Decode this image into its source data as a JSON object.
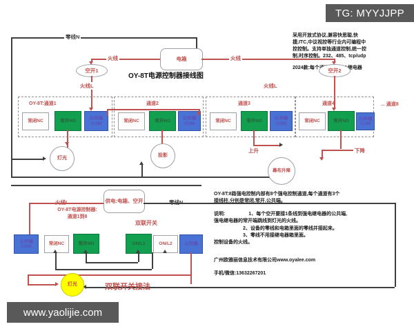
{
  "watermarks": {
    "top_right": "TG: MYYJJPP",
    "bottom_left": "www.yaolijie.com"
  },
  "diagram": {
    "title": "OY-8T电源控制器接线图",
    "top_note": {
      "line1": "采用开放式协议,兼容快思聪,快",
      "line2": "捷,ITC,中议视控等行业内可编程中",
      "line3": "控控制。支持单独通道控制,统一控",
      "line4": "制,时序控制。232、485、tcp/udp",
      "line5": "2024款:每个通道采用40A继电器"
    },
    "power_box": "电箱",
    "neutral_label": "零线N",
    "live_label_left": "火线",
    "live_label_right": "火线",
    "breaker1": "空开1",
    "breaker2": "空开2",
    "live_l_left": "火线L",
    "live_l_right": "火线L",
    "controller_label": "OY-8T:通道1",
    "channels": [
      {
        "name": "通道1",
        "nc": "常闭NC",
        "no": "常开NO",
        "com": "公共端COM"
      },
      {
        "name": "通道2",
        "nc": "常闭NC",
        "no": "常开NO",
        "com": "公共端COM"
      },
      {
        "name": "通道3",
        "nc": "常闭NC",
        "no": "常开NO",
        "com": "公共端COM"
      },
      {
        "name": "通道4",
        "nc": "常闭NC",
        "no": "常开NO",
        "com": "公共端COM"
      }
    ],
    "channel_more": "... 通道8",
    "devices": {
      "light": "灯光",
      "projector": "投影",
      "screen": "幕布升降",
      "screen_up": "上升",
      "screen_down": "下降"
    }
  },
  "bottom": {
    "supply_box": "供电:电箱、空开",
    "live_l": "火线L",
    "neutral_n": "零线N",
    "controller_caption_1": "OY-8T电源控制器:",
    "controller_caption_2": "通道1到8",
    "switch_caption": "双联开关",
    "section_title": "双联开关接法",
    "lamp": "灯光",
    "left_terms": {
      "com": "公共端COM",
      "nc": "常闭NC",
      "no": "常开NO"
    },
    "right_terms": {
      "on_l1": "ON/L1",
      "off_l2": "ON/L2",
      "com": "公共端"
    }
  },
  "notes": {
    "p1_line1": "OY-8T:8路强电控制内部有8个强电控制通道,每个通道有3个",
    "p1_line2": "接线柱,分别是常闭,常开,公共端。",
    "p2_head": "说明:",
    "p2_item1a": "1、每个空开要接1条线到强电继电器的公共端,",
    "p2_item1b": "强电继电器的常开端跳线到灯光的火线。",
    "p2_item2": "2、设备的零线和电箱里面的零线并接起来。",
    "p2_item3": "3、零线不用接继电器箱里面。",
    "p2_tail": "控制设备的火线。",
    "company": "广州欧雅丽信息技术有限公司www.oyalee.com",
    "contact": "手机/微信:13632267201"
  }
}
